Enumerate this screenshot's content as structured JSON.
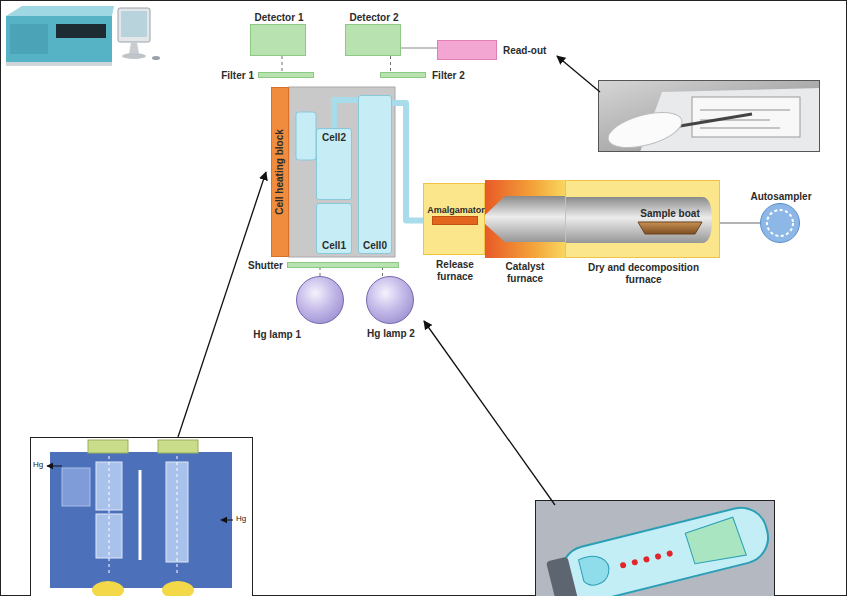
{
  "diagram": {
    "nodes": [
      {
        "text": [
          "Detector 1"
        ]
      },
      {
        "text": [
          "Detector 2"
        ]
      },
      {
        "text": [
          "Read-out"
        ]
      },
      {
        "text": [
          "Filter 1"
        ]
      },
      {
        "text": [
          "Filter 2"
        ]
      },
      {
        "text": [
          "Cell heating block"
        ]
      },
      {
        "text": [
          "Cell2"
        ]
      },
      {
        "text": [
          "Cell1"
        ]
      },
      {
        "text": [
          "Cell0"
        ]
      },
      {
        "text": [
          "Release furnace"
        ]
      },
      {
        "text": [
          "Amalgamator"
        ],
        "in": 9
      },
      {
        "text": [
          "Catalyst furnace"
        ]
      },
      {
        "text": [
          "Dry and decomposition furnace"
        ]
      },
      {
        "text": [
          "Sample boat"
        ],
        "in": 12
      },
      {
        "text": [
          "Autosampler"
        ]
      },
      {
        "text": [
          "Shutter"
        ]
      },
      {
        "text": [
          "Hg lamp 1"
        ]
      },
      {
        "text": [
          "Hg lamp 2"
        ]
      }
    ],
    "edges": [
      {
        "from": 0,
        "to": 3,
        "arrow": "none"
      },
      {
        "from": 1,
        "to": 4,
        "arrow": "none"
      },
      {
        "from": 1,
        "to": 2,
        "arrow": "none"
      },
      {
        "from": 9,
        "to": 8,
        "arrow": "none"
      },
      {
        "from": 14,
        "to": 12,
        "arrow": "none"
      },
      {
        "from": 16,
        "to": 15,
        "arrow": "none"
      },
      {
        "from": 17,
        "to": 15,
        "arrow": "none"
      }
    ],
    "labels": [
      "Hg",
      "Hg"
    ]
  }
}
